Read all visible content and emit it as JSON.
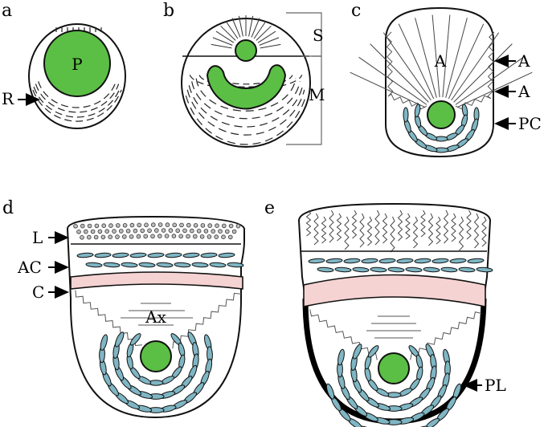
{
  "panels": [
    {
      "letter": "a",
      "labels": {
        "nucleus": "P",
        "ring": "R"
      }
    },
    {
      "letter": "b",
      "labels": {
        "upper": "S",
        "lower": "M"
      }
    },
    {
      "letter": "c",
      "labels": {
        "inner": "A",
        "outer1": "A",
        "outer2": "A",
        "cells": "PC"
      }
    },
    {
      "letter": "d",
      "labels": {
        "L": "L",
        "AC": "AC",
        "C": "C",
        "Ax": "Ax"
      }
    },
    {
      "letter": "e",
      "labels": {
        "PL": "PL"
      }
    }
  ],
  "colors": {
    "green": "#5bbf45",
    "blue": "#7fb6c4",
    "pink": "#f5d3d2",
    "outline": "#111111"
  }
}
